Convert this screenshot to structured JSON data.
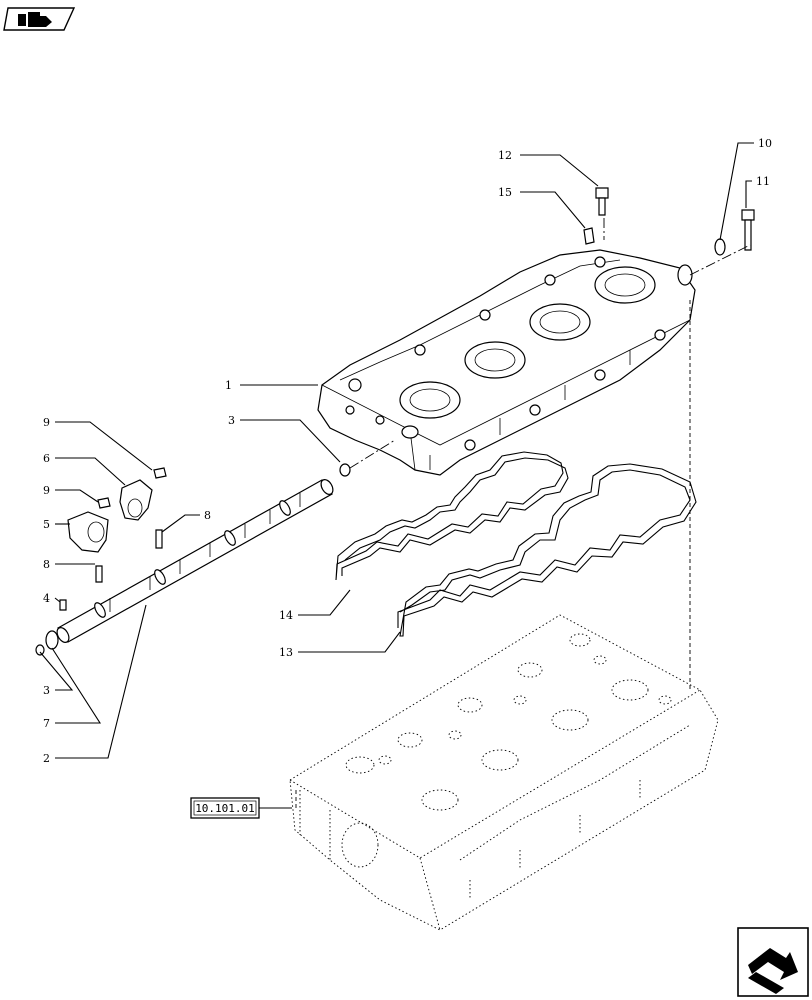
{
  "callouts": {
    "c1": "1",
    "c2": "2",
    "c3a": "3",
    "c3b": "3",
    "c4": "4",
    "c5": "5",
    "c6": "6",
    "c7": "7",
    "c8a": "8",
    "c8b": "8",
    "c9a": "9",
    "c9b": "9",
    "c10": "10",
    "c11": "11",
    "c12": "12",
    "c13": "13",
    "c14": "14",
    "c15": "15"
  },
  "reference_box": "10.101.01",
  "icons": {
    "top_left": "folder-open-arrow-icon",
    "bottom_right": "next-page-arrow-icon"
  }
}
